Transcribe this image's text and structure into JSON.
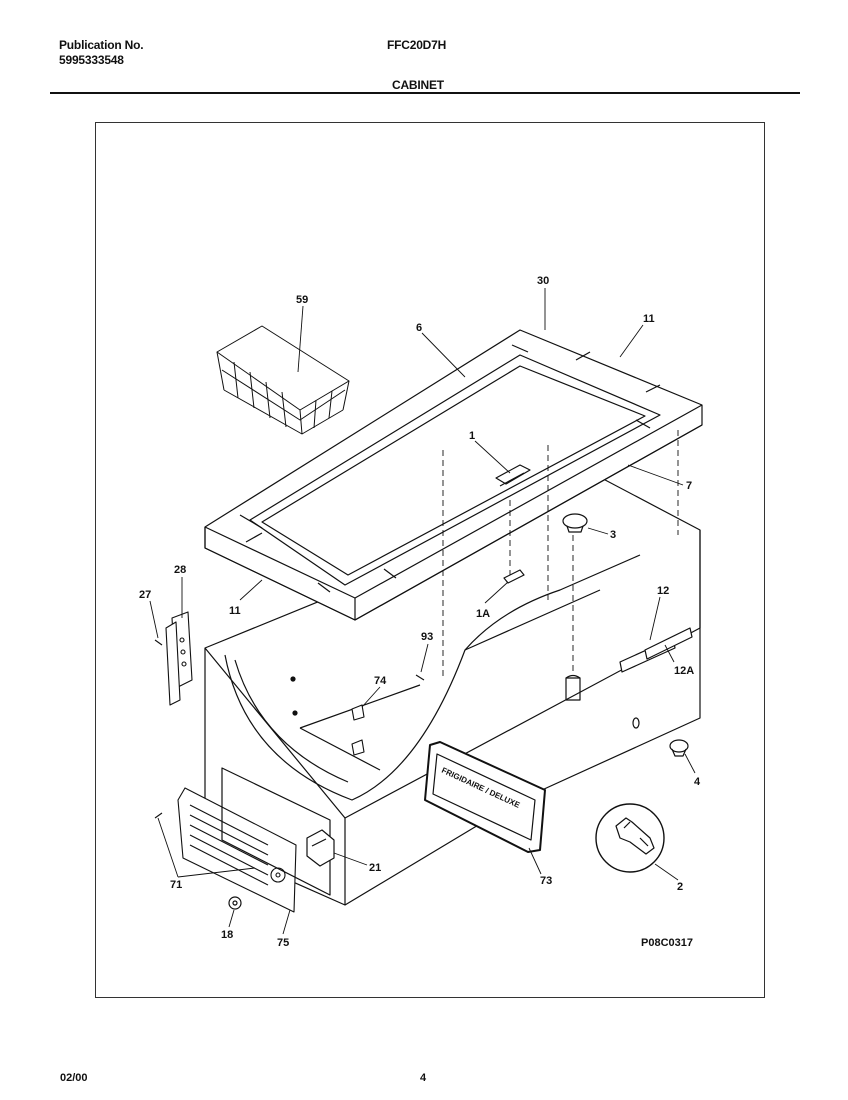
{
  "header": {
    "publication_label": "Publication No.",
    "publication_number": "5995333548",
    "model": "FFC20D7H",
    "section": "CABINET"
  },
  "diagram": {
    "part_labels": {
      "p59": "59",
      "p30": "30",
      "p6": "6",
      "p11_top": "11",
      "p1": "1",
      "p7": "7",
      "p3": "3",
      "p28": "28",
      "p27": "27",
      "p11_bottom": "11",
      "p1a": "1A",
      "p12": "12",
      "p93": "93",
      "p12a": "12A",
      "p74": "74",
      "p4": "4",
      "p21": "21",
      "p71": "71",
      "p73": "73",
      "p2": "2",
      "p18": "18",
      "p75": "75"
    },
    "drawing_id": "P08C0317",
    "nameplate_text": "FRIGIDAIRE / DELUXE"
  },
  "footer": {
    "date": "02/00",
    "page": "4"
  }
}
